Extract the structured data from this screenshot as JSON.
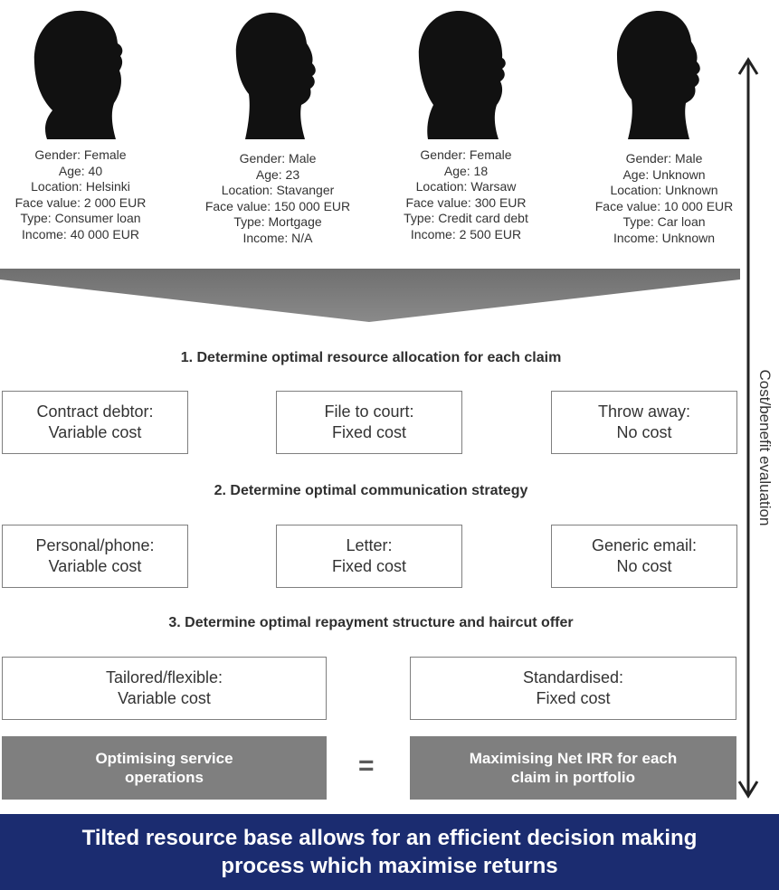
{
  "profiles": [
    {
      "icon": "female-head-icon",
      "gender": "Gender: Female",
      "age": "Age: 40",
      "location": "Location: Helsinki",
      "face_value": "Face value: 2 000 EUR",
      "type": "Type: Consumer loan",
      "income": "Income: 40 000 EUR"
    },
    {
      "icon": "male-head-icon",
      "gender": "Gender: Male",
      "age": "Age: 23",
      "location": "Location: Stavanger",
      "face_value": "Face value: 150 000 EUR",
      "type": "Type: Mortgage",
      "income": "Income: N/A"
    },
    {
      "icon": "female-head-icon",
      "gender": "Gender: Female",
      "age": "Age: 18",
      "location": "Location: Warsaw",
      "face_value": "Face value: 300 EUR",
      "type": "Type: Credit card debt",
      "income": "Income: 2 500 EUR"
    },
    {
      "icon": "male-head-icon",
      "gender": "Gender: Male",
      "age": "Age: Unknown",
      "location": "Location: Unknown",
      "face_value": "Face value: 10 000 EUR",
      "type": "Type: Car loan",
      "income": "Income: Unknown"
    }
  ],
  "steps": [
    {
      "title": "1. Determine optimal resource allocation for each claim",
      "options": [
        {
          "name": "Contract debtor:",
          "cost": "Variable cost"
        },
        {
          "name": "File to court:",
          "cost": "Fixed cost"
        },
        {
          "name": "Throw away:",
          "cost": "No cost"
        }
      ]
    },
    {
      "title": "2. Determine optimal communication strategy",
      "options": [
        {
          "name": "Personal/phone:",
          "cost": "Variable cost"
        },
        {
          "name": "Letter:",
          "cost": "Fixed cost"
        },
        {
          "name": "Generic email:",
          "cost": "No cost"
        }
      ]
    },
    {
      "title": "3. Determine optimal repayment structure and haircut offer",
      "options": [
        {
          "name": "Tailored/flexible:",
          "cost": "Variable cost"
        },
        {
          "name": "Standardised:",
          "cost": "Fixed cost"
        }
      ]
    }
  ],
  "outcome": {
    "left": {
      "line1": "Optimising service",
      "line2": "operations"
    },
    "operator": "=",
    "right": {
      "line1": "Maximising Net IRR for each",
      "line2": "claim in portfolio"
    }
  },
  "side_label": "Cost/benefit evaluation",
  "banner": {
    "line1": "Tilted resource base allows for an efficient decision making",
    "line2": "process which maximise returns"
  },
  "colors": {
    "banner": "#1b2c70",
    "gray_box": "#7f7f7f",
    "funnel": "#7a7a7a",
    "head": "#111111"
  }
}
